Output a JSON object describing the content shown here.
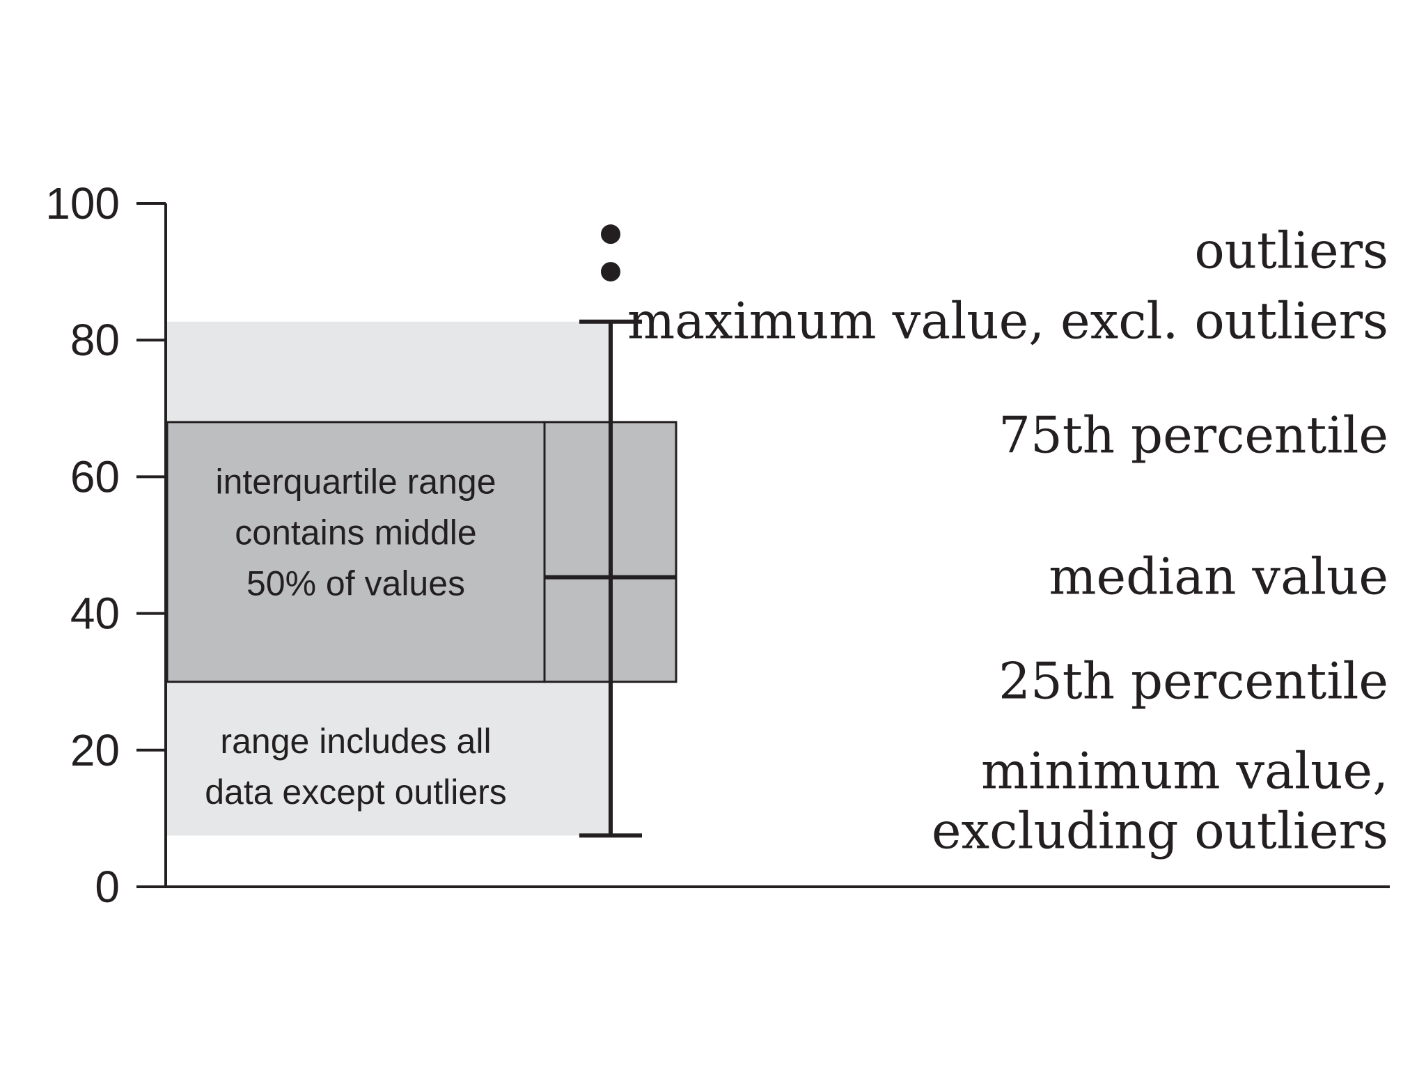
{
  "chart_data": {
    "type": "box",
    "ylim": [
      0,
      100
    ],
    "yticks": [
      0,
      20,
      40,
      60,
      80,
      100
    ],
    "grid": false,
    "box": {
      "min": 7.5,
      "q1": 30,
      "median": 45.3,
      "q3": 68,
      "max": 82.7,
      "outliers": [
        95.5,
        90
      ]
    },
    "annotations": [
      {
        "key": "outliers",
        "lines": [
          "outliers"
        ],
        "y": 93
      },
      {
        "key": "max",
        "lines": [
          "maximum value, excl. outliers"
        ],
        "y": 82.7
      },
      {
        "key": "q3",
        "lines": [
          "75th percentile"
        ],
        "y": 66
      },
      {
        "key": "median",
        "lines": [
          "median value"
        ],
        "y": 45.3
      },
      {
        "key": "q1",
        "lines": [
          "25th percentile"
        ],
        "y": 30
      },
      {
        "key": "min",
        "lines": [
          "minimum value,",
          "excluding outliers"
        ],
        "y": 12.5
      }
    ],
    "notes": {
      "iqr": [
        "interquartile range",
        "contains middle",
        "50% of values"
      ],
      "range": [
        "range includes all",
        "data except outliers"
      ]
    },
    "colors": {
      "range_band": "#e6e7e8",
      "iqr_band": "#bcbec0",
      "box_fill": "#bcbec0",
      "ink": "#231f20"
    }
  }
}
